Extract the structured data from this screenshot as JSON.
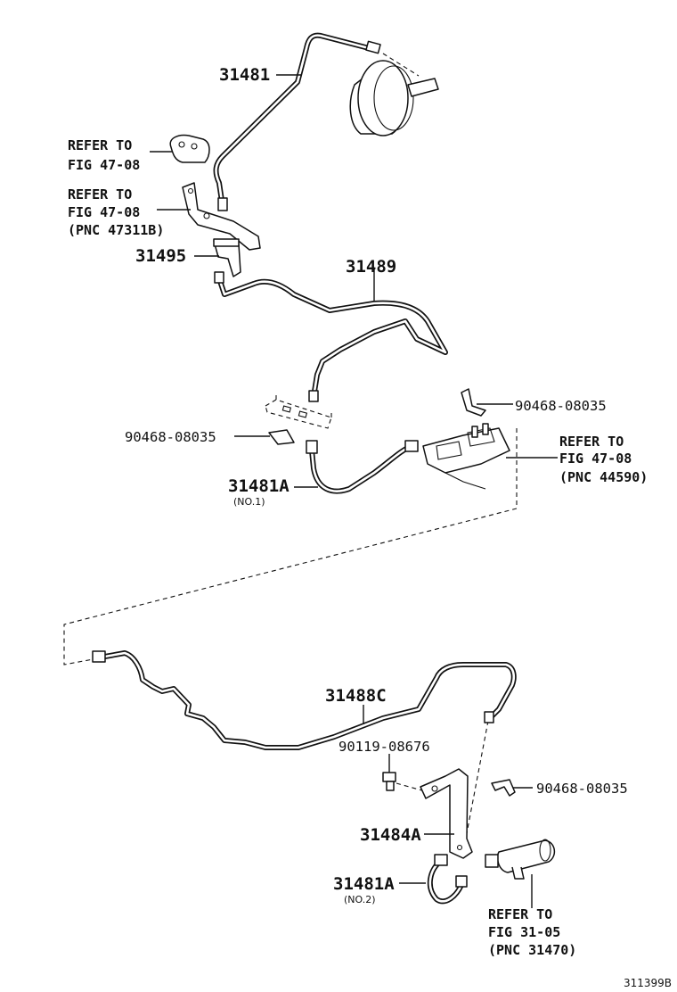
{
  "parts": {
    "p31481": "31481",
    "p31495": "31495",
    "p31489": "31489",
    "p31481A_1": "31481A",
    "p31481A_1_sub": "(NO.1)",
    "p90468_a": "90468-08035",
    "p90468_b": "90468-08035",
    "p90468_c": "90468-08035",
    "p31488C": "31488C",
    "p90119": "90119-08676",
    "p31484A": "31484A",
    "p31481A_2": "31481A",
    "p31481A_2_sub": "(NO.2)"
  },
  "refs": {
    "ref1": {
      "l1": "REFER TO",
      "l2": "FIG 47-08"
    },
    "ref2": {
      "l1": "REFER TO",
      "l2": "FIG 47-08",
      "l3": "(PNC 47311B)"
    },
    "ref3": {
      "l1": "REFER TO",
      "l2": "FIG 47-08",
      "l3": "(PNC 44590)"
    },
    "ref4": {
      "l1": "REFER TO",
      "l2": "FIG 31-05",
      "l3": "(PNC 31470)"
    }
  },
  "figure_code": "311399B"
}
